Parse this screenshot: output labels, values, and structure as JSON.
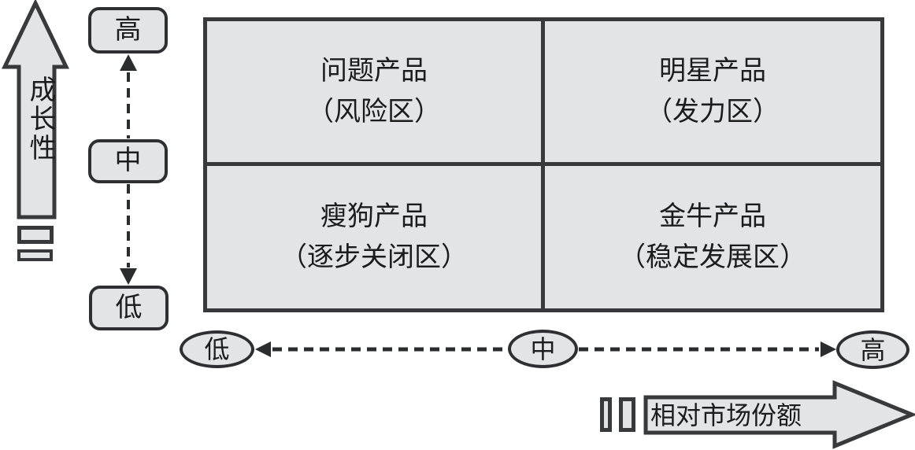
{
  "diagram": {
    "title_type": "BCG growth-share matrix",
    "colors": {
      "fill": "#e3e4e5",
      "border": "#38393b",
      "line": "#2b2c2e",
      "text": "#1c1c1c"
    },
    "y_axis": {
      "title": "成长性",
      "ticks": [
        {
          "label": "高"
        },
        {
          "label": "中"
        },
        {
          "label": "低"
        }
      ]
    },
    "x_axis": {
      "title": "相对市场份额",
      "ticks": [
        {
          "label": "低"
        },
        {
          "label": "中"
        },
        {
          "label": "高"
        }
      ]
    },
    "quadrants": {
      "top_left": {
        "name": "问题产品",
        "zone": "（风险区）"
      },
      "top_right": {
        "name": "明星产品",
        "zone": "（发力区）"
      },
      "bottom_left": {
        "name": "瘦狗产品",
        "zone": "（逐步关闭区）"
      },
      "bottom_right": {
        "name": "金牛产品",
        "zone": "（稳定发展区）"
      }
    }
  }
}
